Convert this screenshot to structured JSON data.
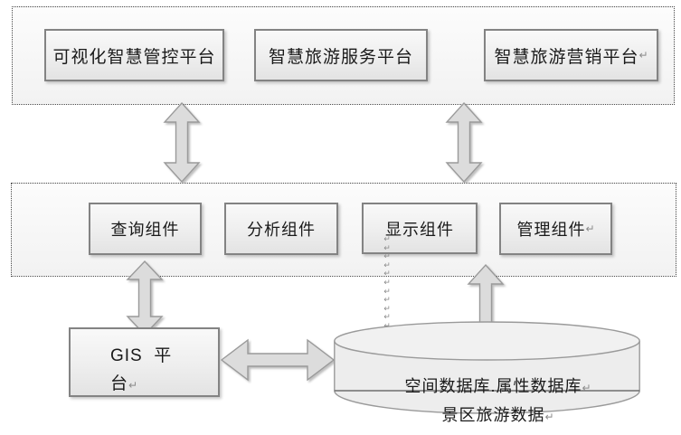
{
  "diagram": {
    "top_section": {
      "boxes": [
        {
          "label": "可视化智慧管控平台"
        },
        {
          "label": "智慧旅游服务平台"
        },
        {
          "label": "智慧旅游营销平台",
          "suffix": "↵"
        }
      ]
    },
    "middle_section": {
      "boxes": [
        {
          "label": "查询组件"
        },
        {
          "label": "分析组件"
        },
        {
          "label": "显示组件"
        },
        {
          "label": "管理组件",
          "suffix": "↵"
        }
      ]
    },
    "bottom_section": {
      "gis_box": {
        "line1": "GIS  平",
        "line2": "台",
        "line2_suffix": "↵"
      },
      "database": {
        "line1": "空间数据库.属性数据库",
        "line1_suffix": "↵",
        "line2": "景区旅游数据",
        "line2_suffix": "↵"
      }
    },
    "connectors": {
      "return_column": {
        "glyph": "↵",
        "count": 14
      }
    },
    "colors": {
      "box_border": "#838383",
      "container_border": "#4a4a4a",
      "arrow_fill": "#dcdcdc",
      "arrow_stroke": "#9a9a9a",
      "cylinder_fill": "#ededed"
    }
  }
}
